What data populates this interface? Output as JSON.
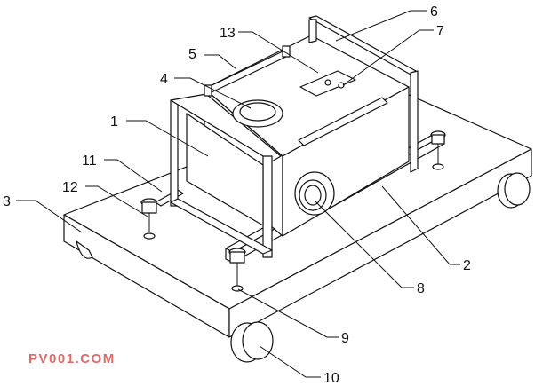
{
  "labels": {
    "l1": "1",
    "l2": "2",
    "l3": "3",
    "l4": "4",
    "l5": "5",
    "l6": "6",
    "l7": "7",
    "l8": "8",
    "l9": "9",
    "l10": "10",
    "l11": "11",
    "l12": "12",
    "l13": "13"
  },
  "watermark": "PV001.COM"
}
